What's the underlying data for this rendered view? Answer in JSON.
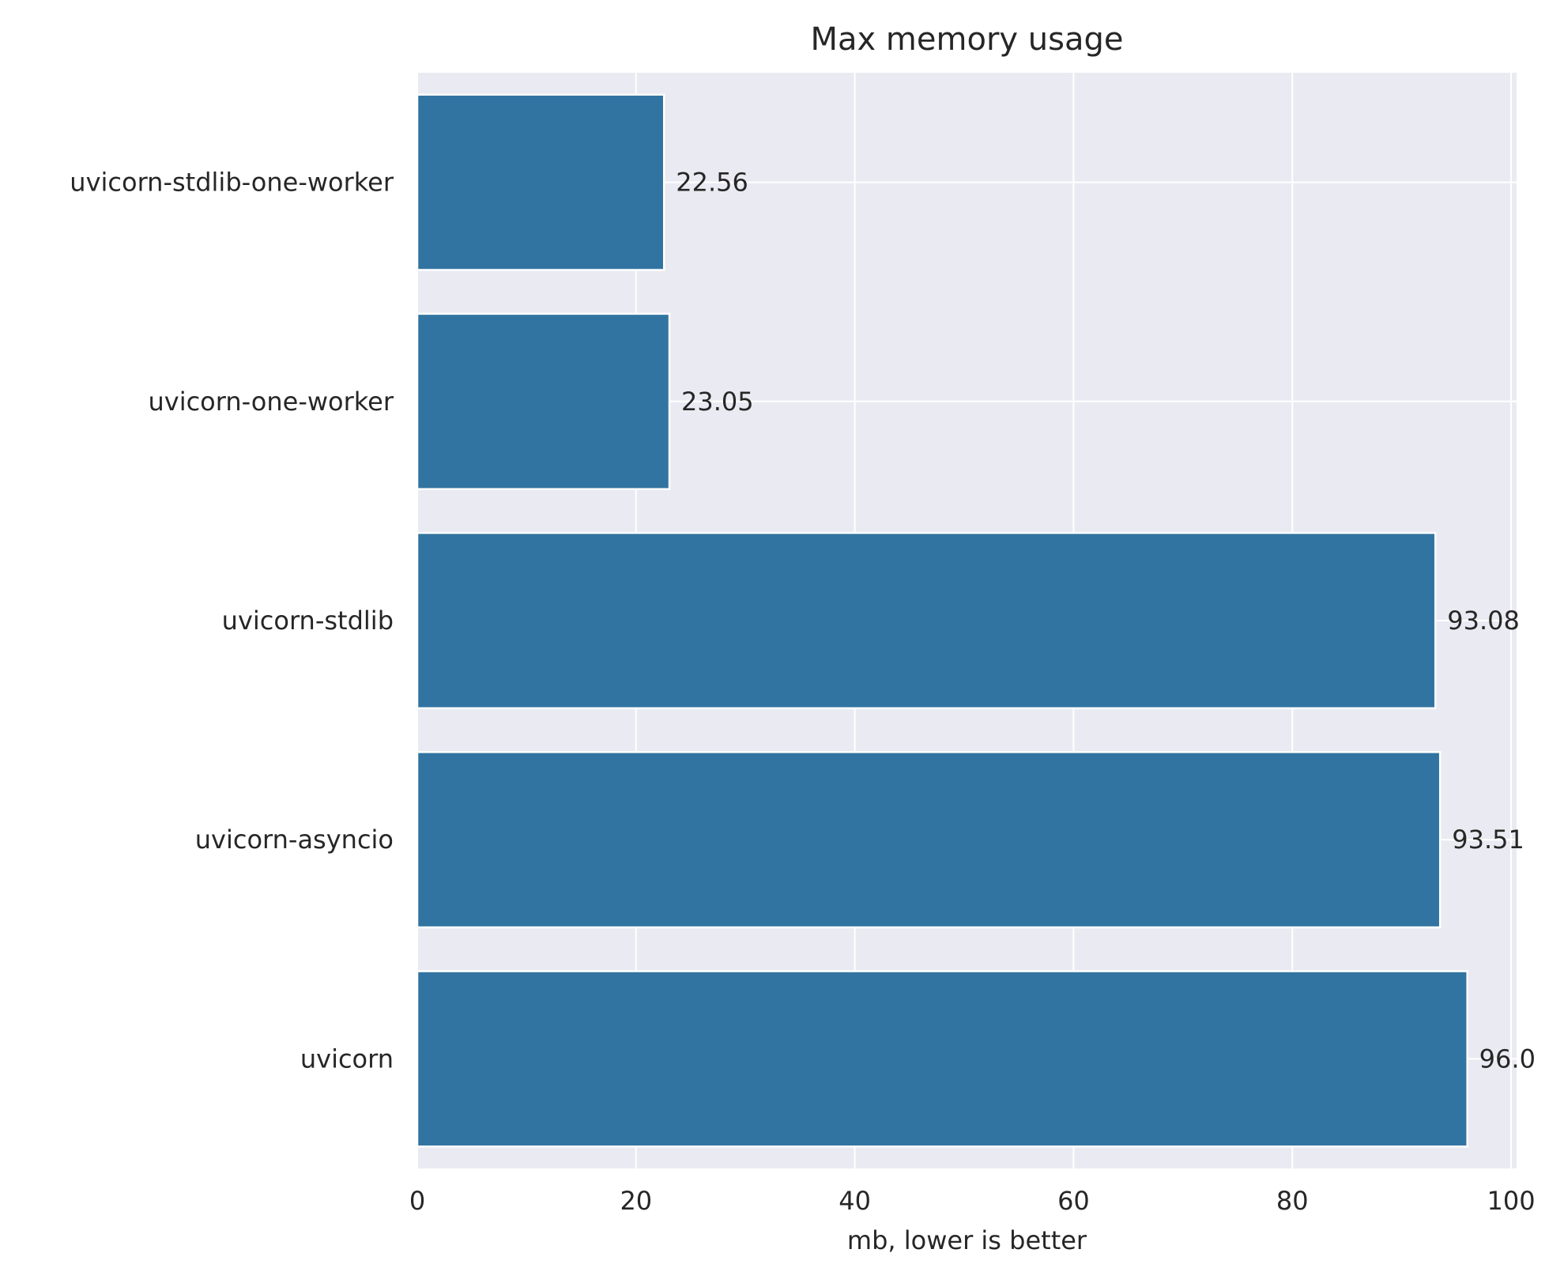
{
  "chart_data": {
    "type": "bar",
    "orientation": "horizontal",
    "title": "Max memory usage",
    "xlabel": "mb, lower is better",
    "ylabel": "",
    "categories": [
      "uvicorn-stdlib-one-worker",
      "uvicorn-one-worker",
      "uvicorn-stdlib",
      "uvicorn-asyncio",
      "uvicorn"
    ],
    "values": [
      22.56,
      23.05,
      93.08,
      93.51,
      96.0
    ],
    "value_labels": [
      "22.56",
      "23.05",
      "93.08",
      "93.51",
      "96.0"
    ],
    "xlim": [
      0,
      100
    ],
    "xticks": [
      0,
      20,
      40,
      60,
      80,
      100
    ],
    "grid": true,
    "colors": {
      "bar": "#3274a1",
      "plot_background": "#eaeaf2",
      "grid": "#ffffff",
      "text": "#262626"
    }
  }
}
